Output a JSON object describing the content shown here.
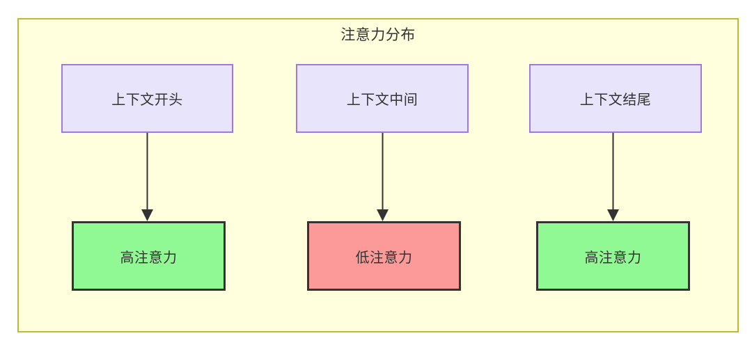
{
  "diagram": {
    "title": "注意力分布",
    "container_border_color": "#bfb830",
    "container_fill_color": "#ffffdd",
    "nodes": [
      {
        "id": "ctx-start",
        "label": "上下文开头",
        "fill": "#e8e4fc",
        "border": "#9f79e0"
      },
      {
        "id": "ctx-mid",
        "label": "上下文中间",
        "fill": "#e8e4fc",
        "border": "#9f79e0"
      },
      {
        "id": "ctx-end",
        "label": "上下文结尾",
        "fill": "#e8e4fc",
        "border": "#9f79e0"
      },
      {
        "id": "attn-start",
        "label": "高注意力",
        "fill": "#90f993",
        "border": "#333333"
      },
      {
        "id": "attn-mid",
        "label": "低注意力",
        "fill": "#fb9a99",
        "border": "#333333"
      },
      {
        "id": "attn-end",
        "label": "高注意力",
        "fill": "#90f993",
        "border": "#333333"
      }
    ],
    "edges": [
      {
        "id": "edge-start",
        "from": "ctx-start",
        "to": "attn-start",
        "label": ""
      },
      {
        "id": "edge-mid",
        "from": "ctx-mid",
        "to": "attn-mid",
        "label": ""
      },
      {
        "id": "edge-end",
        "from": "ctx-end",
        "to": "attn-end",
        "label": ""
      }
    ]
  }
}
